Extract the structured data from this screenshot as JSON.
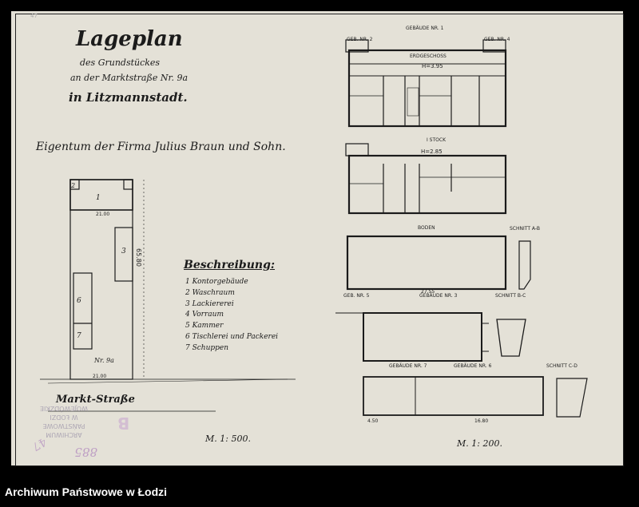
{
  "title": "Lageplan",
  "subtitle1": "des Grundstückes",
  "subtitle2": "an der Marktstraße Nr. 9a",
  "subtitle3": "in Litzmannstadt.",
  "owner": "Eigentum der Firma Julius Braun und Sohn.",
  "description_heading": "Beschreibung:",
  "legend": [
    "1 Kontorgebäude",
    "2 Waschraum",
    "3 Lackiererei",
    "4 Vorraum",
    "5 Kammer",
    "6 Tischlerei und Packerei",
    "7 Schuppen"
  ],
  "street": "Markt-Straße",
  "plot_number": "Nr. 9a",
  "scale_left": "M. 1: 500.",
  "scale_right": "M. 1: 200.",
  "floor_labels": {
    "gebaude1": "GEBÄUDE NR. 1",
    "erdgeschoss": "ERDGESCHOSS",
    "h_eg": "H=3.95",
    "istock": "I STOCK",
    "h_i": "H=2.85",
    "boden": "BODEN",
    "schnitt_ab": "SCHNITT A-B",
    "schnitt_bc": "SCHNITT B-C",
    "schnitt_cd": "SCHNITT C-D",
    "gebaude3": "GEBÄUDE NR. 3",
    "gebaude5": "GEB. NR. 5",
    "gebaude7": "GEBÄUDE NR. 7",
    "gebaude6": "GEBÄUDE NR. 6",
    "gebaude2": "GEB. NR. 2",
    "gebaude4": "GEB. NR. 4"
  },
  "dimensions": {
    "site_depth": "65.80",
    "site_width": "21.00",
    "bldg1_width": "21.00",
    "bldg_length": "27.55",
    "bldg_length2": "16.80",
    "dim_small": "4.50"
  },
  "stamp_text": [
    "ARCHIWUM PAŃSTWOWE",
    "W ŁODZI",
    "WOJEWÓDZKIE"
  ],
  "pencil_marks": [
    "885",
    "B",
    "47"
  ],
  "archive_caption": "Archiwum Państwowe w Łodzi",
  "colors": {
    "paper": "#e4e1d7",
    "ink": "#1b1b1b",
    "background": "#000000",
    "pencil": "#b58fc0"
  }
}
